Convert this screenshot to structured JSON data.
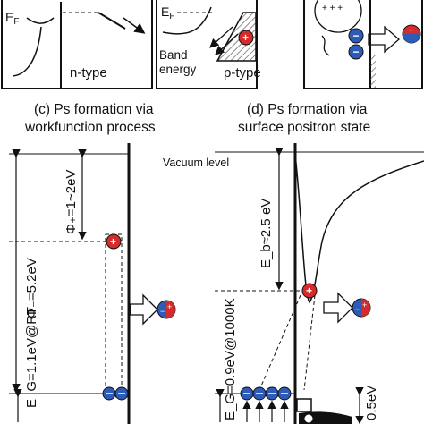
{
  "top_panel": {
    "ef_left": "E",
    "ef_left_sub": "F",
    "ef_mid": "E",
    "ef_mid_sub": "F",
    "n_type_label": "n-type",
    "band_energy_label_1": "Band",
    "band_energy_label_2": "energy",
    "p_type_label": "p-type"
  },
  "panel_c": {
    "caption_line1": "(c) Ps formation via",
    "caption_line2": "workfunction process",
    "phi_plus": "Φ₊=1~2eV",
    "phi_minus": "Φ₋=5.2eV",
    "eg": "E_G=1.1eV@RT"
  },
  "panel_d": {
    "caption_line1": "(d) Ps formation via",
    "caption_line2": "surface positron state",
    "vacuum_level": "Vacuum level",
    "eb": "E_b≈2.5 eV",
    "eg": "E_G=0.9eV@1000K",
    "right_value": "0.5eV"
  },
  "colors": {
    "electron_blue": "#2d5bb8",
    "positron_red": "#d62b2b",
    "line": "#111111"
  },
  "icons": [
    "positron-icon",
    "electron-icon",
    "positronium-icon",
    "arrow-icon"
  ]
}
